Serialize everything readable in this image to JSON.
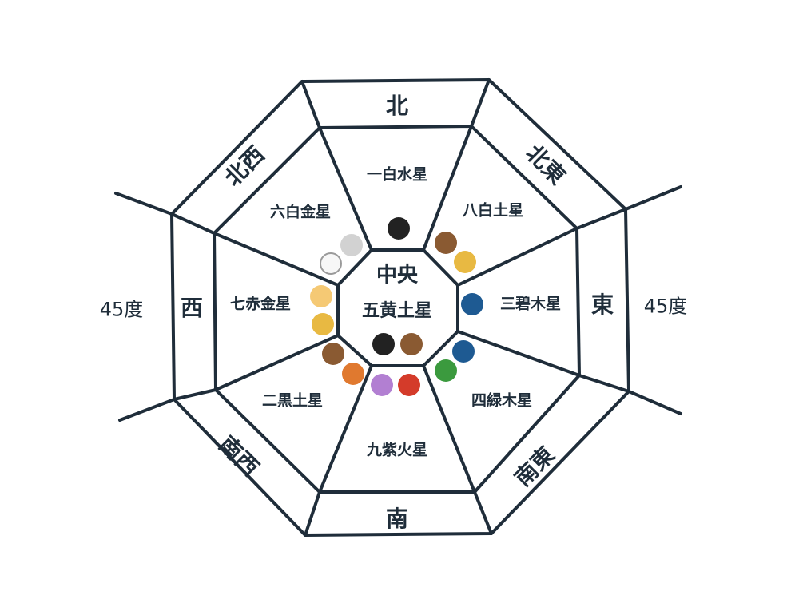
{
  "center": {
    "title": "中央",
    "star": "五黄土星"
  },
  "directions": {
    "north": "北",
    "northeast": "北東",
    "east": "東",
    "southeast": "南東",
    "south": "南",
    "southwest": "南西",
    "west": "西",
    "northwest": "北西"
  },
  "stars": {
    "north": "一白水星",
    "northeast": "八白土星",
    "east": "三碧木星",
    "southeast": "四緑木星",
    "south": "九紫火星",
    "southwest": "二黒土星",
    "west": "七赤金星",
    "northwest": "六白金星"
  },
  "angle_labels": {
    "left": "45度",
    "right": "45度"
  },
  "colors": {
    "line": "#1f2d3a",
    "black": "#222222",
    "grey": "#d2d2d2",
    "white": "#f7f7f7",
    "brown": "#8a5a32",
    "yellow": "#e8b942",
    "light_yellow": "#f5c974",
    "blue": "#1e5a92",
    "green": "#3b9a3e",
    "orange": "#e0792f",
    "purple": "#b27fd2",
    "red": "#d43b2a"
  },
  "dots": {
    "north": [
      "black"
    ],
    "northeast": [
      "brown",
      "yellow"
    ],
    "east": [
      "blue"
    ],
    "southeast": [
      "blue",
      "green"
    ],
    "south": [
      "purple",
      "red"
    ],
    "southwest": [
      "brown",
      "orange"
    ],
    "west": [
      "light_yellow",
      "yellow"
    ],
    "northwest": [
      "grey",
      "white"
    ],
    "center": [
      "black",
      "brown"
    ]
  }
}
